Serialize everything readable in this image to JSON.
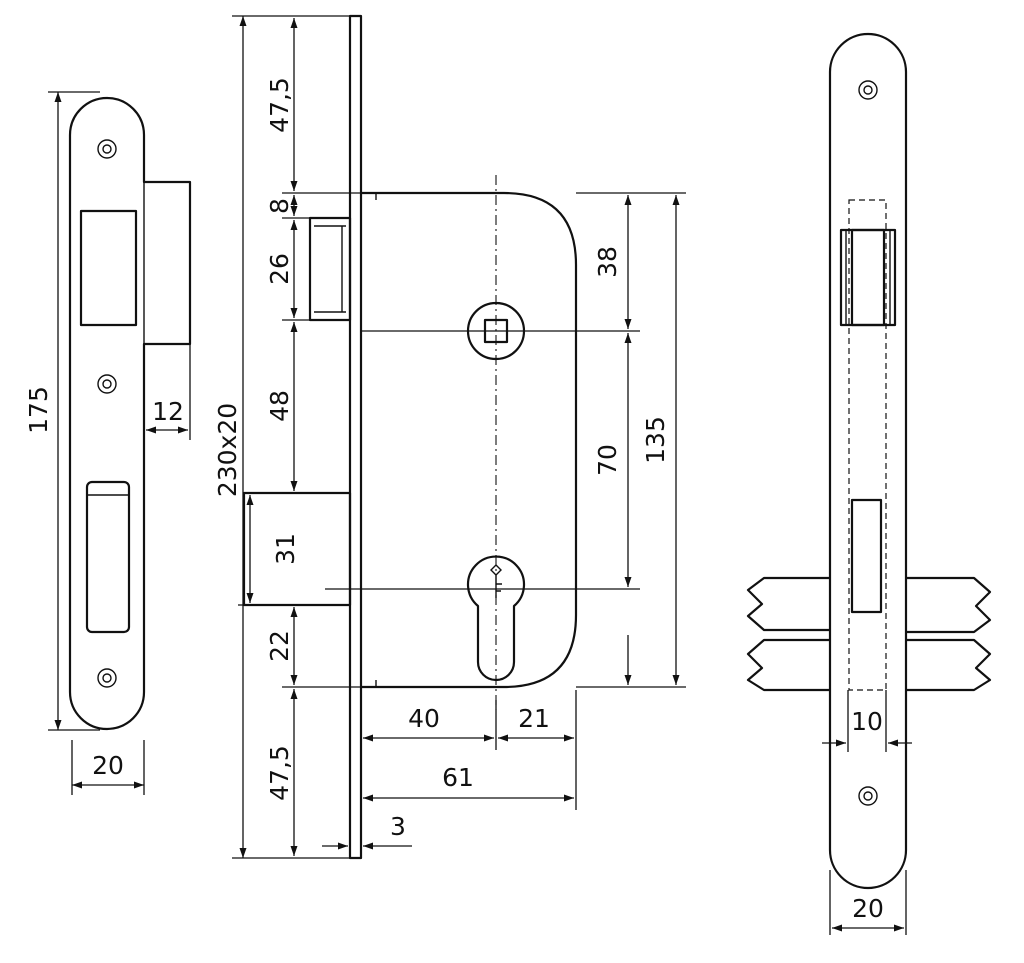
{
  "striker_plate": {
    "height": "175",
    "width": "20",
    "lip": "12"
  },
  "lock_body": {
    "faceplate": "230x20",
    "top_margin": "47,5",
    "gap_top": "8",
    "latch_height": "26",
    "latch_to_bolt": "48",
    "bolt_height": "31",
    "bolt_to_bottom": "22",
    "bottom_margin": "47,5",
    "follower_to_top": "38",
    "centre_distance": "70",
    "case_height": "135",
    "backset": "40",
    "cylinder_to_back": "21",
    "case_depth": "61",
    "faceplate_thickness": "3"
  },
  "front_view": {
    "forend_width": "20",
    "bolt_width": "10"
  }
}
